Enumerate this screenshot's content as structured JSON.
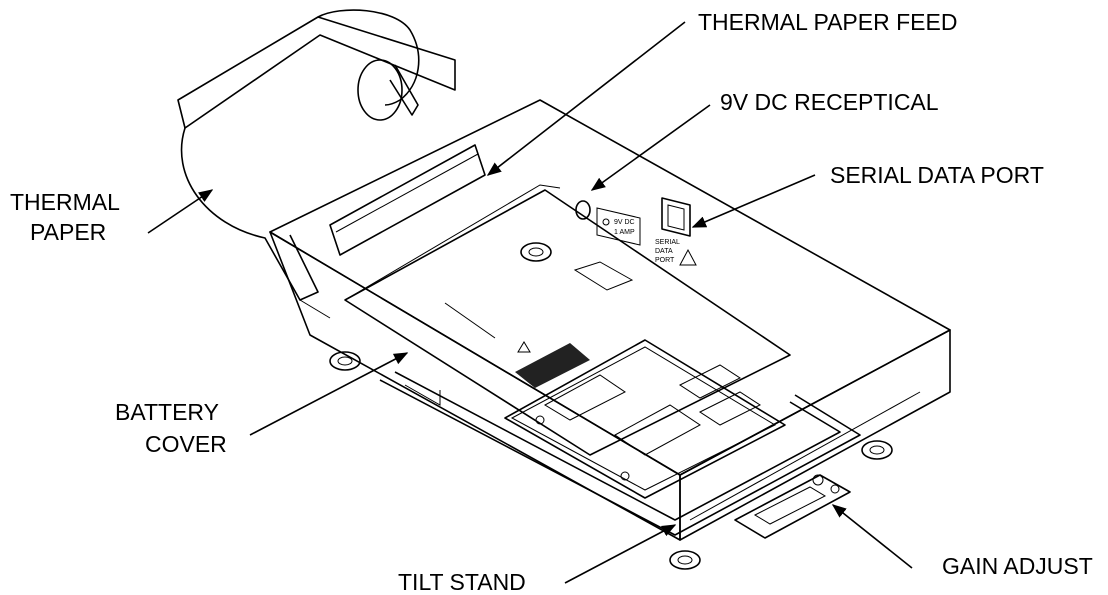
{
  "callouts": {
    "thermal_paper_feed": "THERMAL PAPER FEED",
    "dc_receptacle": "9V DC RECEPTICAL",
    "serial_data_port": "SERIAL DATA PORT",
    "thermal_paper_line1": "THERMAL",
    "thermal_paper_line2": "PAPER",
    "battery_cover_line1": "BATTERY",
    "battery_cover_line2": "COVER",
    "gain_adjust": "GAIN ADJUST",
    "tilt_stand": "TILT STAND"
  },
  "device_labels": {
    "dc_rating_1": "9V DC",
    "dc_rating_2": "1 AMP",
    "serial_1": "SERIAL",
    "serial_2": "DATA",
    "serial_3": "PORT"
  }
}
